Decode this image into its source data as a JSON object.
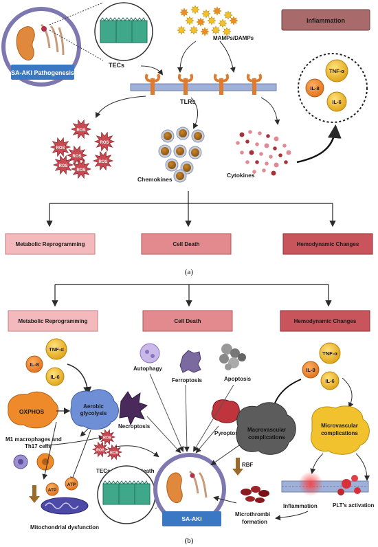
{
  "panel_a": {
    "title_box": "SA-AKI Pathogenesis",
    "tecs": "TECs",
    "mamps": "MAMPs/DAMPs",
    "inflammation_box": "Inflammation",
    "tlrs": "TLRs",
    "ros": "ROS",
    "chemokines": "Chemokines",
    "cytokines": "Cytokines",
    "tnf": "TNF-α",
    "il8": "IL-8",
    "il6": "IL-6",
    "box_metabolic": "Metabolic Reprogramming",
    "box_celldeath": "Cell Death",
    "box_hemo": "Hemodynamic Changes",
    "caption": "(a)"
  },
  "panel_b": {
    "box_metabolic": "Metabolic Reprogramming",
    "box_celldeath": "Cell Death",
    "box_hemo": "Hemodynamic Changes",
    "tnf": "TNF-α",
    "il8": "IL-8",
    "il6": "IL-6",
    "oxphos": "OXPHOS",
    "aerobic": "Aerobic glycolysis",
    "m1_line1": "M1 macrophages and",
    "m1_line2": "Th17 cells",
    "ros": "ROS",
    "tecs_injury": "TECs injury and death",
    "atp": "ATP",
    "mito": "Mitochondrial dysfunction",
    "autophagy": "Autophagy",
    "ferroptosis": "Ferroptosis",
    "apoptosis": "Apoptosis",
    "necroptosis": "Necroptosis",
    "pyroptosis": "Pyroptosis",
    "sa_aki": "SA-AKI",
    "rbf": "RBF",
    "macro_line1": "Macrovascular",
    "macro_line2": "complications",
    "micro_line1": "Microvascular",
    "micro_line2": "complications",
    "inflammation": "Inflammation",
    "plt": "PLT's activation",
    "microthrombi_line1": "Microthrombi",
    "microthrombi_line2": "formation",
    "caption": "(b)"
  },
  "colors": {
    "box_light": "#f3b9bd",
    "box_mid": "#e38a8e",
    "box_dark": "#c8545c",
    "inflammation_box": "#a86a6a",
    "title_box": "#3b78c4",
    "receptor": "#e07a2c",
    "membrane": "#9fb1d8",
    "ros_red": "#c94a52",
    "blob_blue": "#6e8fd6",
    "blob_gray": "#666666",
    "cytokine_yellow": "#f2c12e",
    "cytokine_orange": "#ef8a2a"
  }
}
